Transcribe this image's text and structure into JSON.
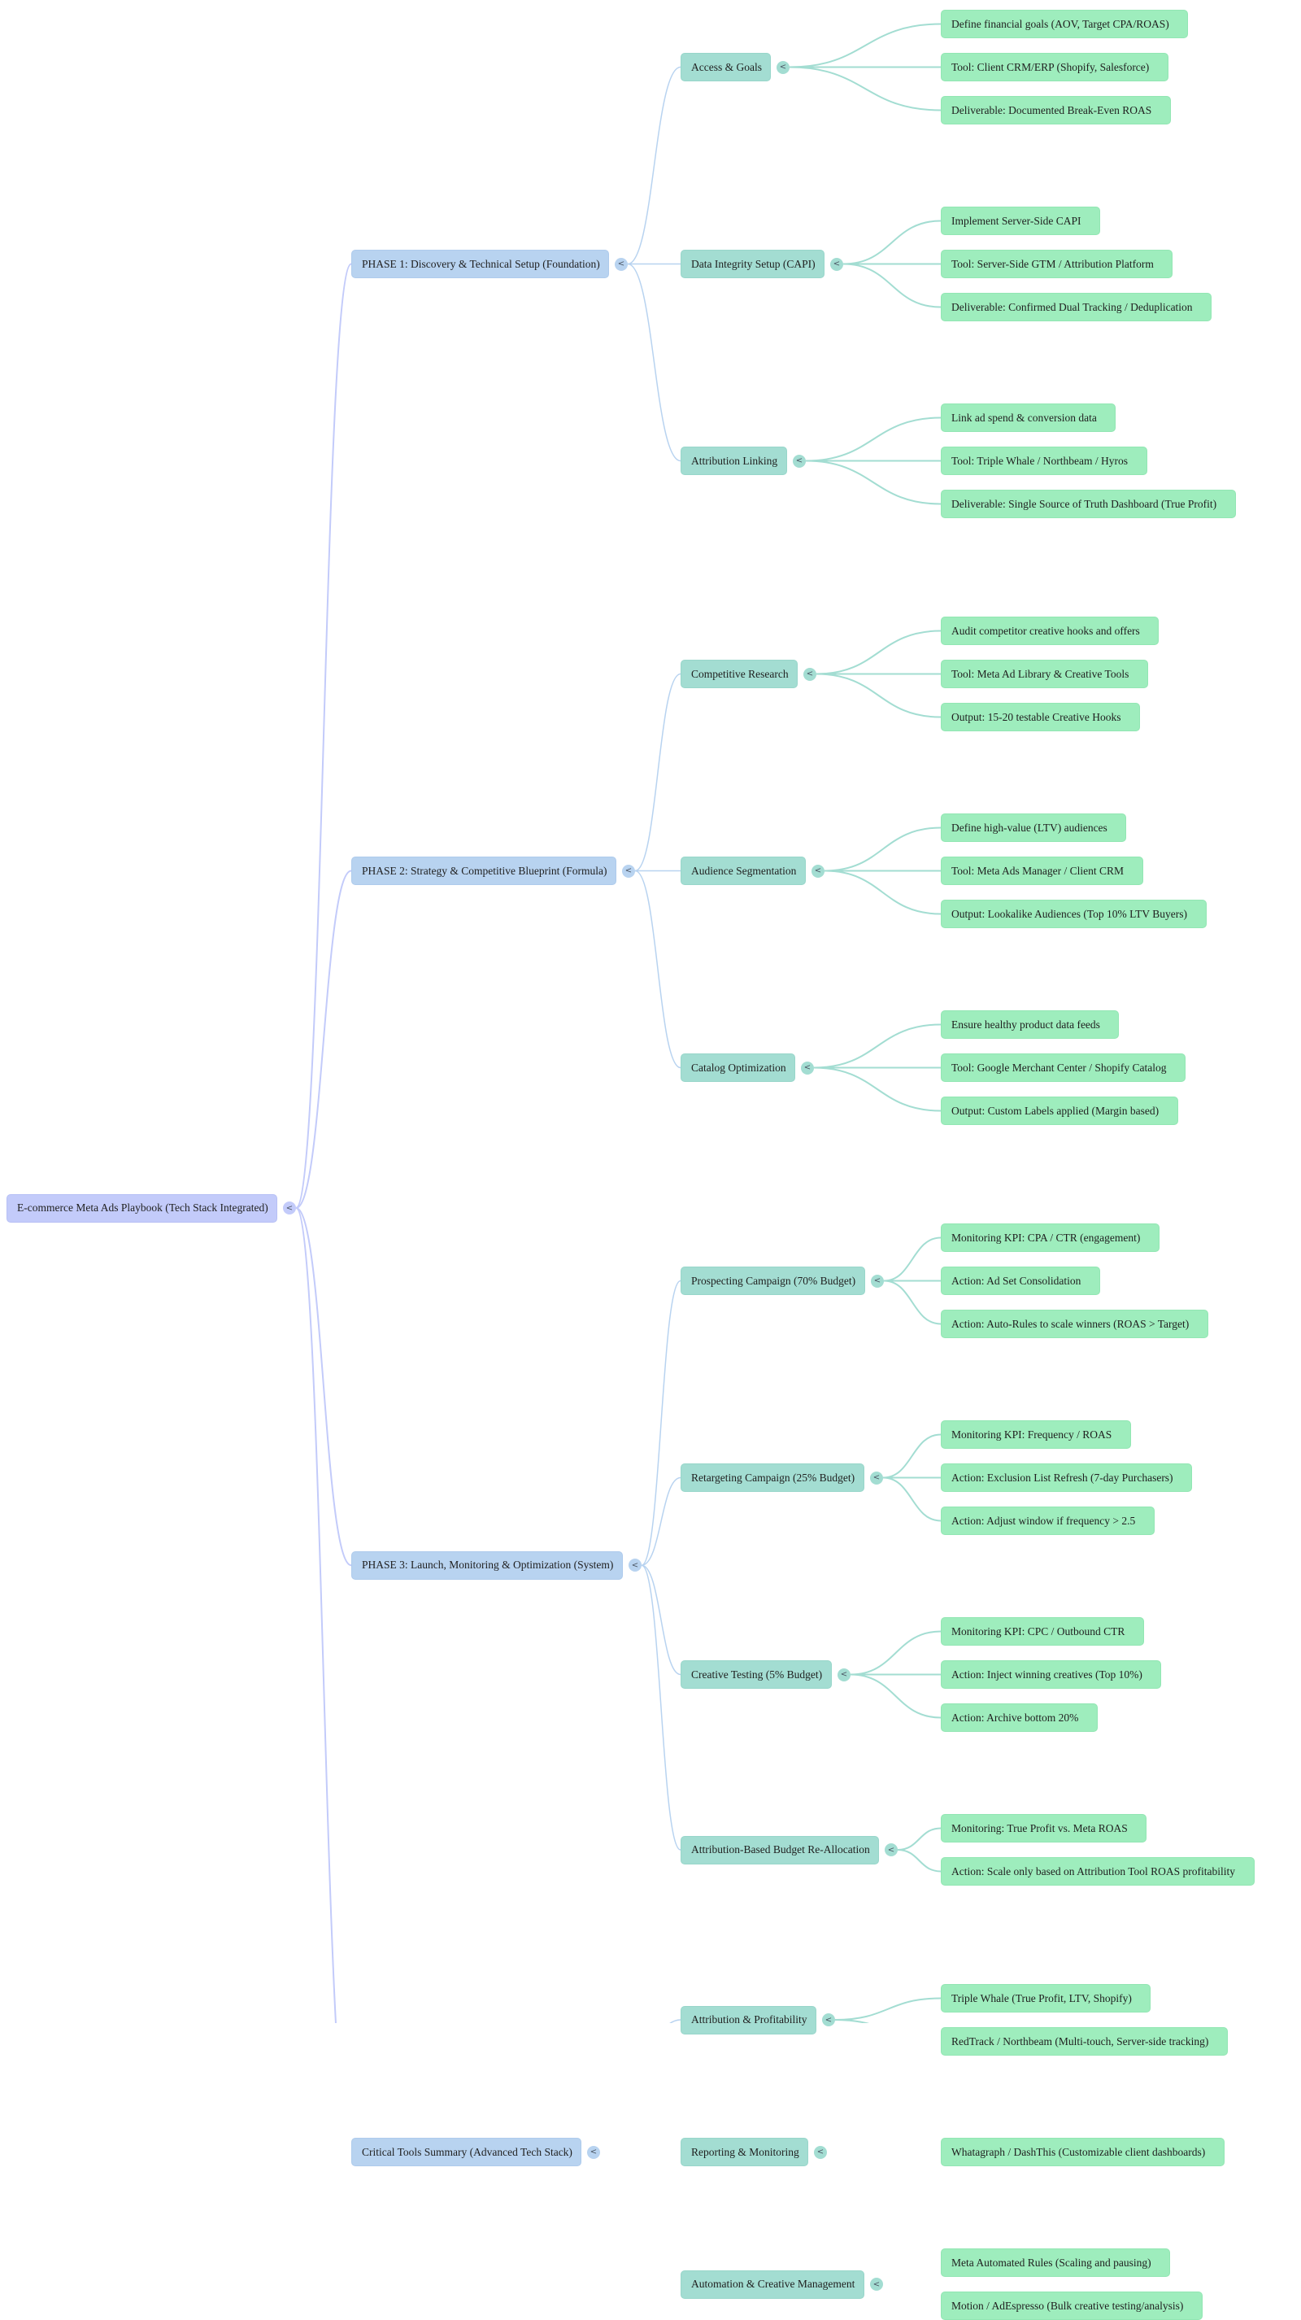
{
  "colors": {
    "root_fill": "#c3cbfa",
    "phase_fill": "#b8d3f0",
    "subtopic_fill": "#a3ddd2",
    "leaf_fill": "#9eedbd",
    "root_edge": "#c3cbfa",
    "phase_edge": "#b8d3f0",
    "subtopic_edge": "#a3ddd2"
  },
  "toggle_icon": "<",
  "root": {
    "label": "E-commerce Meta Ads Playbook (Tech Stack Integrated)",
    "children": [
      {
        "label": "PHASE 1: Discovery & Technical Setup (Foundation)",
        "children": [
          {
            "label": "Access & Goals",
            "children": [
              "Define financial goals (AOV, Target CPA/ROAS)",
              "Tool: Client CRM/ERP (Shopify, Salesforce)",
              "Deliverable: Documented Break-Even ROAS"
            ]
          },
          {
            "label": "Data Integrity Setup (CAPI)",
            "children": [
              "Implement Server-Side CAPI",
              "Tool: Server-Side GTM / Attribution Platform",
              "Deliverable: Confirmed Dual Tracking / Deduplication"
            ]
          },
          {
            "label": "Attribution Linking",
            "children": [
              "Link ad spend & conversion data",
              "Tool: Triple Whale / Northbeam / Hyros",
              "Deliverable: Single Source of Truth Dashboard (True Profit)"
            ]
          }
        ]
      },
      {
        "label": "PHASE 2: Strategy & Competitive Blueprint (Formula)",
        "children": [
          {
            "label": "Competitive Research",
            "children": [
              "Audit competitor creative hooks and offers",
              "Tool: Meta Ad Library & Creative Tools",
              "Output: 15-20 testable Creative Hooks"
            ]
          },
          {
            "label": "Audience Segmentation",
            "children": [
              "Define high-value (LTV) audiences",
              "Tool: Meta Ads Manager / Client CRM",
              "Output: Lookalike Audiences (Top 10% LTV Buyers)"
            ]
          },
          {
            "label": "Catalog Optimization",
            "children": [
              "Ensure healthy product data feeds",
              "Tool: Google Merchant Center / Shopify Catalog",
              "Output: Custom Labels applied (Margin based)"
            ]
          }
        ]
      },
      {
        "label": "PHASE 3: Launch, Monitoring & Optimization (System)",
        "children": [
          {
            "label": "Prospecting Campaign (70% Budget)",
            "children": [
              "Monitoring KPI: CPA / CTR (engagement)",
              "Action: Ad Set Consolidation",
              "Action: Auto-Rules to scale winners (ROAS > Target)"
            ]
          },
          {
            "label": "Retargeting Campaign (25% Budget)",
            "children": [
              "Monitoring KPI: Frequency / ROAS",
              "Action: Exclusion List Refresh (7-day Purchasers)",
              "Action: Adjust window if frequency > 2.5"
            ]
          },
          {
            "label": "Creative Testing (5% Budget)",
            "children": [
              "Monitoring KPI: CPC / Outbound CTR",
              "Action: Inject winning creatives (Top 10%)",
              "Action: Archive bottom 20%"
            ]
          },
          {
            "label": "Attribution-Based Budget Re-Allocation",
            "children": [
              "Monitoring: True Profit vs. Meta ROAS",
              "Action: Scale only based on Attribution Tool ROAS profitability"
            ]
          }
        ]
      },
      {
        "label": "Critical Tools Summary (Advanced Tech Stack)",
        "children": [
          {
            "label": "Attribution & Profitability",
            "children": [
              "Triple Whale (True Profit, LTV, Shopify)",
              "RedTrack / Northbeam (Multi-touch, Server-side tracking)"
            ]
          },
          {
            "label": "Reporting & Monitoring",
            "children": [
              "Whatagraph / DashThis (Customizable client dashboards)"
            ]
          },
          {
            "label": "Automation & Creative Management",
            "children": [
              "Meta Automated Rules (Scaling and pausing)",
              "Motion / AdEspresso (Bulk creative testing/analysis)"
            ]
          }
        ]
      }
    ]
  }
}
